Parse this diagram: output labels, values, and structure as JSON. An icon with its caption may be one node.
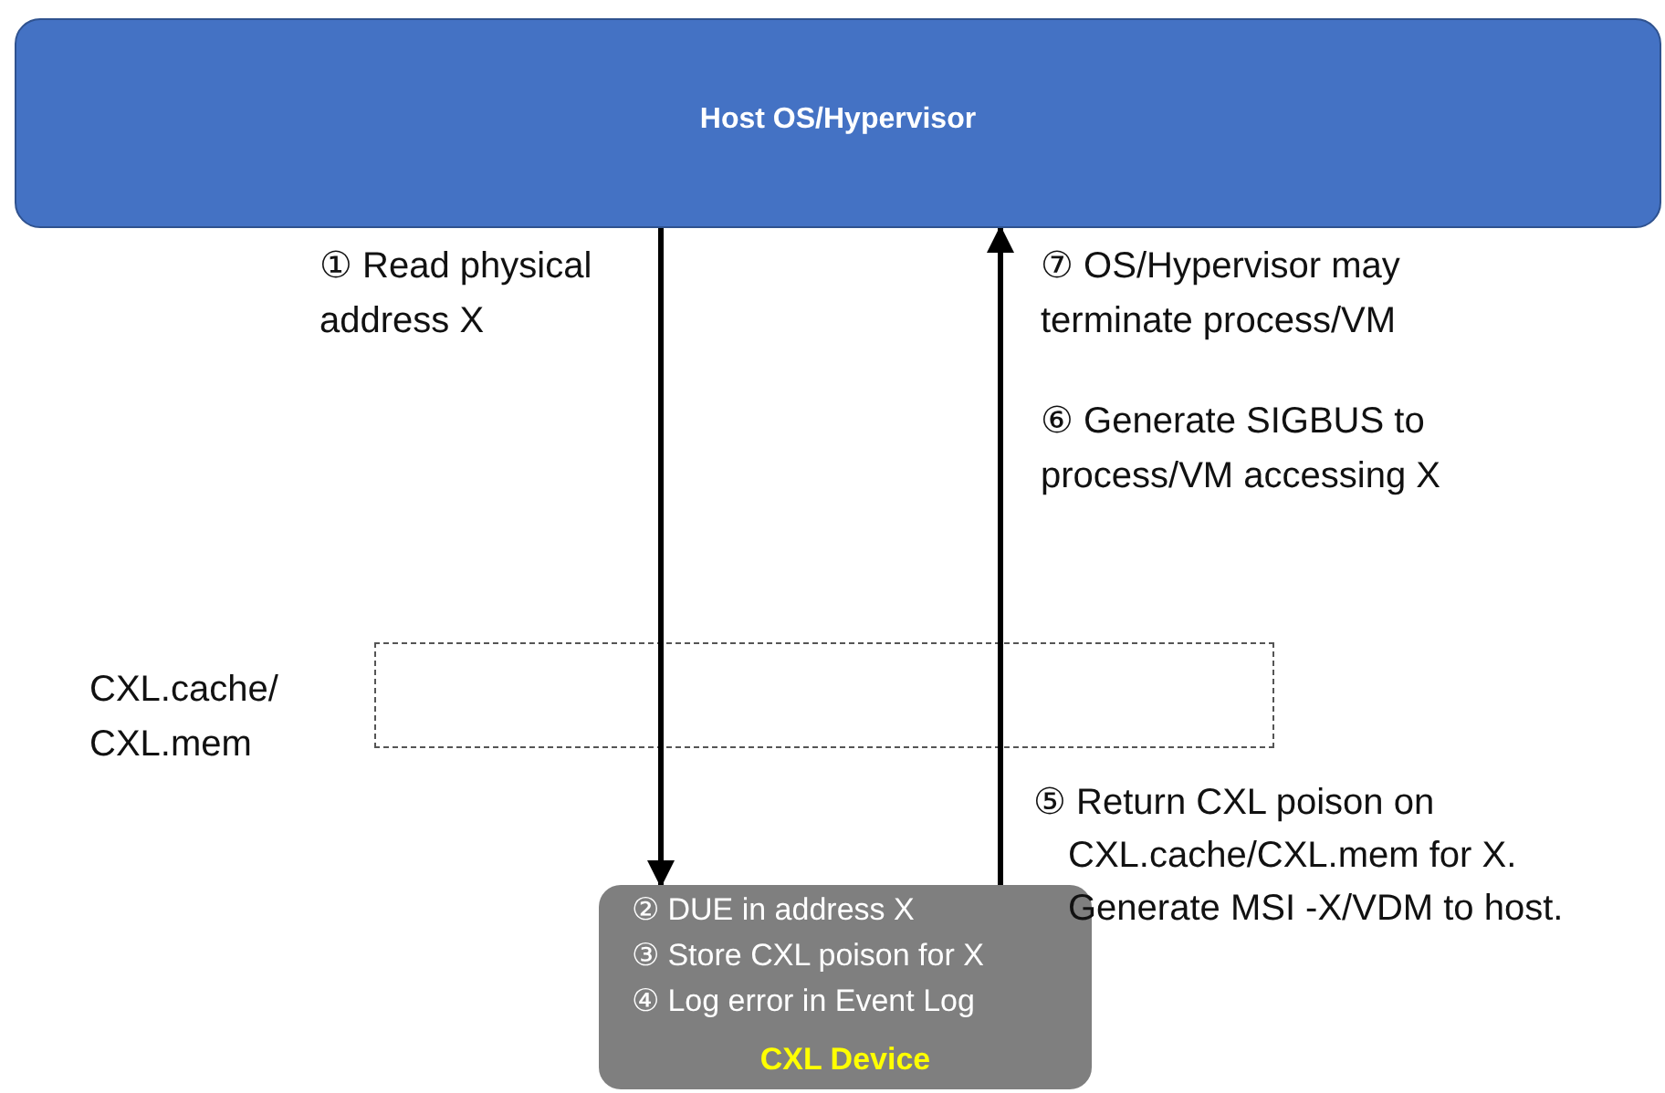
{
  "diagram": {
    "nodes": [
      {
        "text": [
          "Host OS/Hypervisor"
        ]
      },
      {
        "text": [
          "② DUE in address X",
          "③ Store CXL poison for X",
          "④ Log error in Event Log",
          "CXL Device"
        ]
      },
      {
        "text": [
          "CXL.cache/ CXL.mem"
        ]
      }
    ],
    "edges": [
      {
        "from": 0,
        "to": 2,
        "arrow": "none"
      },
      {
        "from": 2,
        "to": 1,
        "arrow": "to"
      },
      {
        "from": 1,
        "to": 2,
        "arrow": "none"
      },
      {
        "from": 2,
        "to": 0,
        "arrow": "to"
      }
    ],
    "labels": [
      "① Read physical address X",
      "⑦ OS/Hypervisor may terminate process/VM",
      "⑥ Generate SIGBUS to process/VM accessing X",
      "⑤ Return CXL poison on CXL.cache/CXL.mem for X. Generate MSI -X/VDM to host."
    ]
  }
}
